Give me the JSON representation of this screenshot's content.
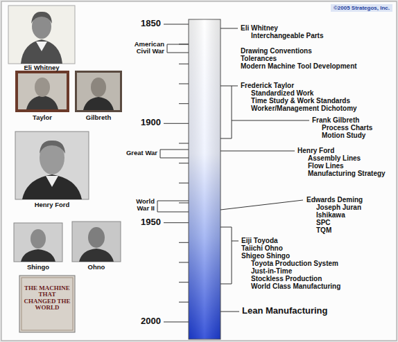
{
  "diagram": {
    "nodes": [
      {
        "text": [
          "©2005 Strategos, Inc."
        ]
      }
    ],
    "labels": [
      "1850",
      "1900",
      "1950",
      "2000",
      "Eli Whitney",
      "Taylor",
      "Gilbreth",
      "Henry Ford",
      "Shingo",
      "Ohno",
      "THE MACHINE THAT CHANGED THE WORLD",
      "American Civil War",
      "Great War",
      "World War II",
      "Eli Whitney",
      "Interchangeable Parts",
      "Drawing Conventions",
      "Tolerances",
      "Modern Machine Tool Development",
      "Frederick Taylor",
      "Standardized Work",
      "Time Study & Work Standards",
      "Worker/Management Dichotomy",
      "Frank Gilbreth",
      "Process Charts",
      "Motion Study",
      "Henry Ford",
      "Assembly Lines",
      "Flow Lines",
      "Manufacturing Strategy",
      "Edwards Deming",
      "Joseph Juran",
      "Ishikawa",
      "SPC",
      "TQM",
      "Eiji Toyoda",
      "Taiichi Ohno",
      "Shigeo Shingo",
      "Toyota Production System",
      "Just-in-Time",
      "Stockless Production",
      "World Class Manufacturing",
      "Lean Manufacturing"
    ]
  }
}
